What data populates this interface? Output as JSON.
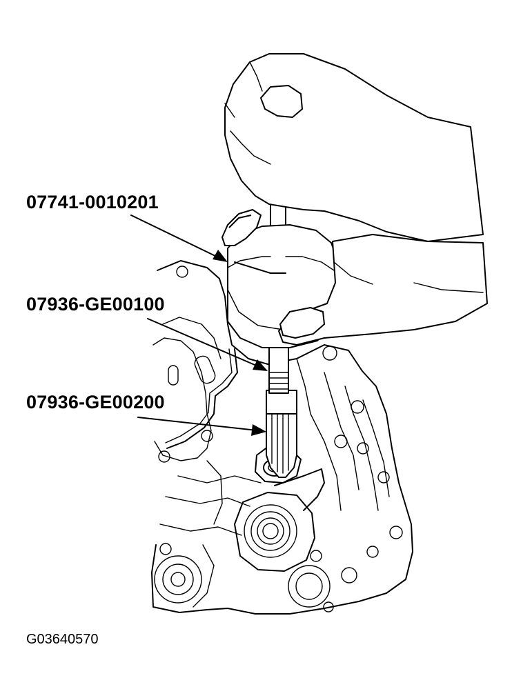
{
  "callouts": {
    "driver_handle": "07741-0010201",
    "attachment_upper": "07936-GE00100",
    "attachment_lower": "07936-GE00200"
  },
  "figure_id": "G03640570"
}
